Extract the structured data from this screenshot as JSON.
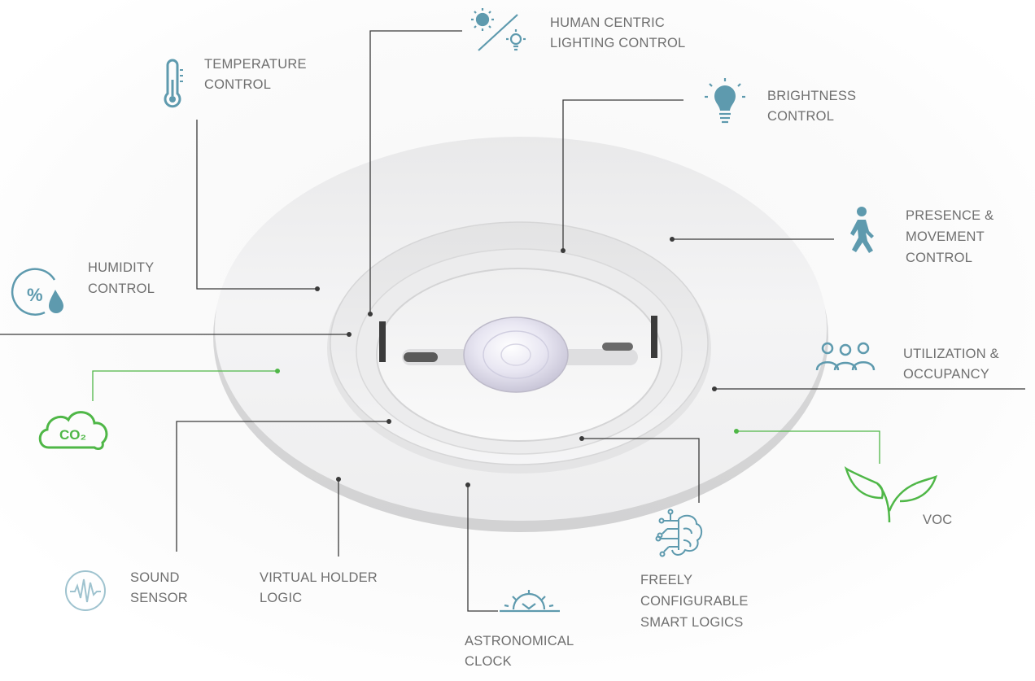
{
  "colors": {
    "icon_teal": "#5e9aae",
    "icon_green": "#4fb747",
    "leader_dark": "#3a3a3a",
    "leader_green": "#4fb747",
    "label_text": "#6f6f6f"
  },
  "features": [
    {
      "id": "temperature",
      "icon": "thermometer-icon",
      "lines": [
        "TEMPERATURE",
        "CONTROL"
      ]
    },
    {
      "id": "human-centric",
      "icon": "sun-bulb-icon",
      "lines": [
        "HUMAN CENTRIC",
        "LIGHTING CONTROL"
      ]
    },
    {
      "id": "brightness",
      "icon": "lightbulb-icon",
      "lines": [
        "BRIGHTNESS",
        "CONTROL"
      ]
    },
    {
      "id": "presence",
      "icon": "walking-person-icon",
      "lines": [
        "PRESENCE &",
        "MOVEMENT",
        "CONTROL"
      ]
    },
    {
      "id": "humidity",
      "icon": "humidity-icon",
      "lines": [
        "HUMIDITY",
        "CONTROL"
      ]
    },
    {
      "id": "utilization",
      "icon": "people-group-icon",
      "lines": [
        "UTILIZATION &",
        "OCCUPANCY"
      ]
    },
    {
      "id": "co2",
      "icon": "co2-cloud-icon",
      "lines": [],
      "icon_text": "CO₂"
    },
    {
      "id": "voc",
      "icon": "leaves-icon",
      "lines": [
        "VOC"
      ]
    },
    {
      "id": "sound",
      "icon": "sound-wave-icon",
      "lines": [
        "SOUND",
        "SENSOR"
      ]
    },
    {
      "id": "virtual-holder",
      "icon": "",
      "lines": [
        "VIRTUAL HOLDER",
        "LOGIC"
      ]
    },
    {
      "id": "astronomical",
      "icon": "sunrise-icon",
      "lines": [
        "ASTRONOMICAL",
        "CLOCK"
      ]
    },
    {
      "id": "smart-logics",
      "icon": "brain-circuit-icon",
      "lines": [
        "FREELY",
        "CONFIGURABLE",
        "SMART LOGICS"
      ]
    }
  ]
}
